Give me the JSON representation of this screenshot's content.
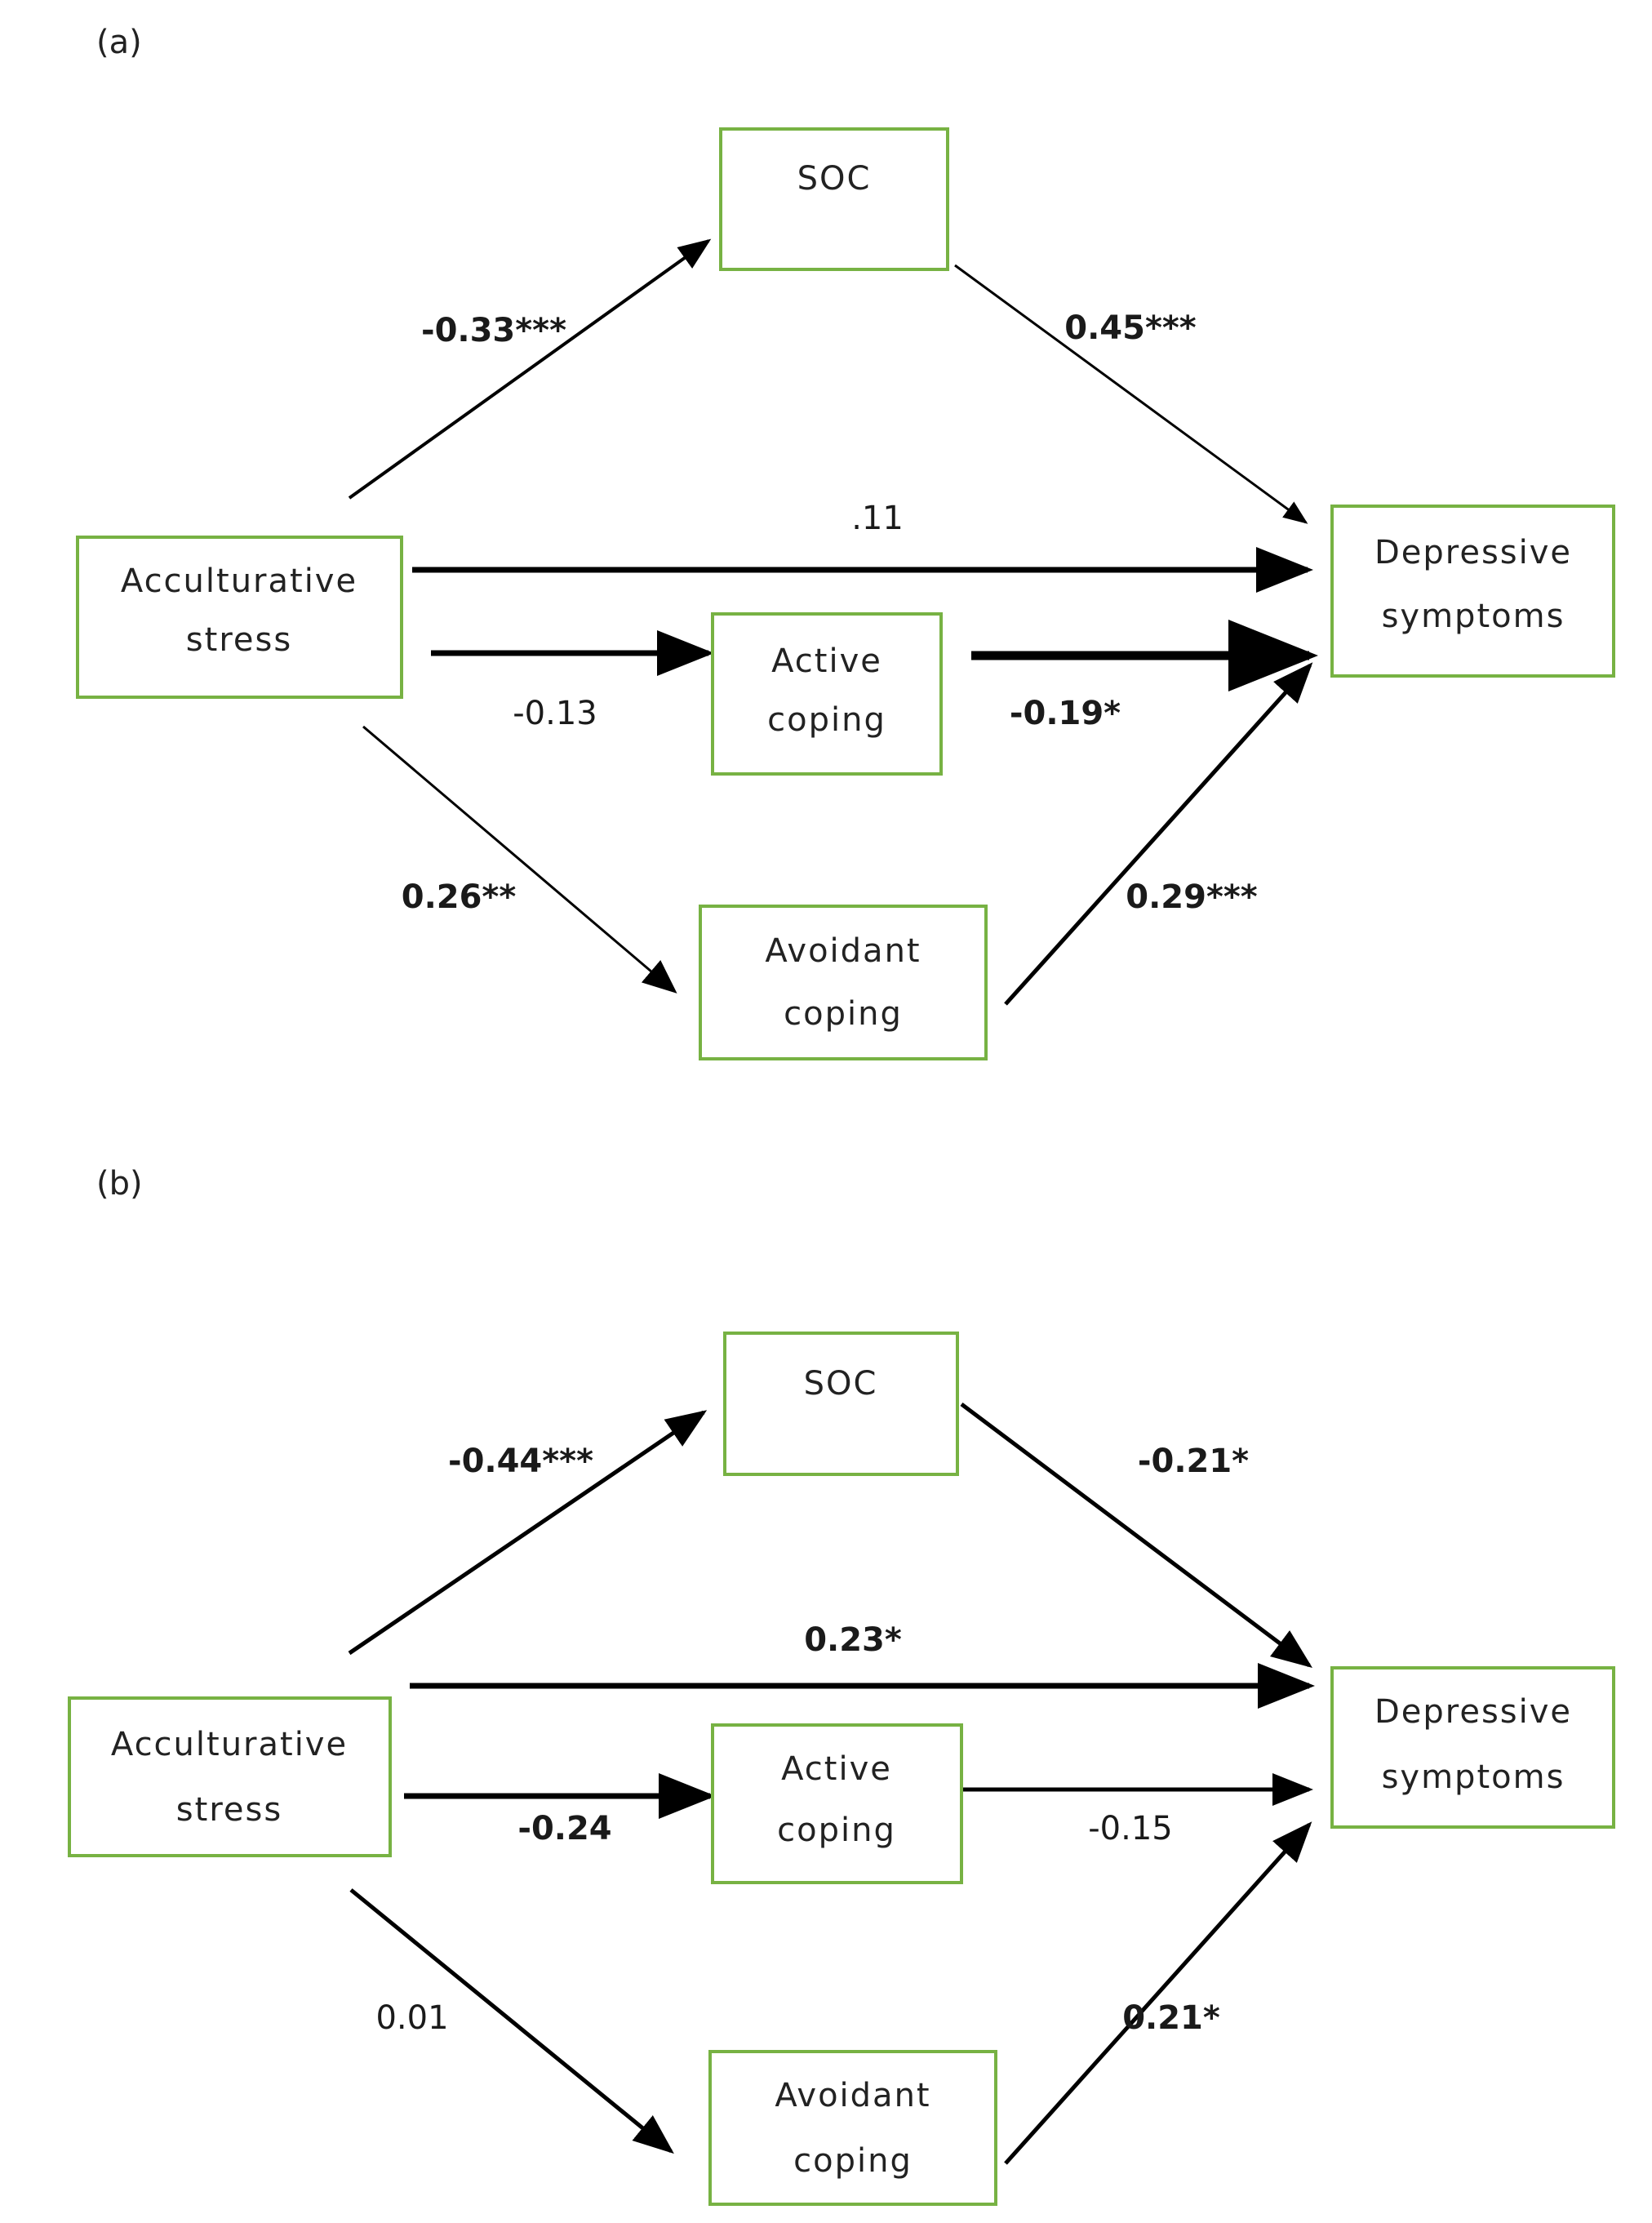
{
  "panels": {
    "a": {
      "label": "(a)",
      "nodes": {
        "acculturative_stress": [
          "Acculturative",
          "stress"
        ],
        "soc": [
          "SOC"
        ],
        "active_coping": [
          "Active",
          "coping"
        ],
        "avoidant_coping": [
          "Avoidant",
          "coping"
        ],
        "depressive_symptoms": [
          "Depressive",
          "symptoms"
        ]
      },
      "paths": {
        "stress_to_soc": "-0.33***",
        "soc_to_depressive": "0.45***",
        "stress_to_depressive": ".11",
        "stress_to_active": "-0.13",
        "active_to_depressive": "-0.19*",
        "stress_to_avoidant": "0.26**",
        "avoidant_to_depressive": "0.29***"
      }
    },
    "b": {
      "label": "(b)",
      "nodes": {
        "acculturative_stress": [
          "Acculturative",
          "stress"
        ],
        "soc": [
          "SOC"
        ],
        "active_coping": [
          "Active",
          "coping"
        ],
        "avoidant_coping": [
          "Avoidant",
          "coping"
        ],
        "depressive_symptoms": [
          "Depressive",
          "symptoms"
        ]
      },
      "paths": {
        "stress_to_soc": "-0.44***",
        "soc_to_depressive": "-0.21*",
        "stress_to_depressive": "0.23*",
        "stress_to_active": "-0.24",
        "active_to_depressive": "-0.15",
        "stress_to_avoidant": "0.01",
        "avoidant_to_depressive": "0.21*"
      }
    }
  },
  "colors": {
    "box_border": "#77b243",
    "arrow": "#000000",
    "text": "#222222"
  }
}
